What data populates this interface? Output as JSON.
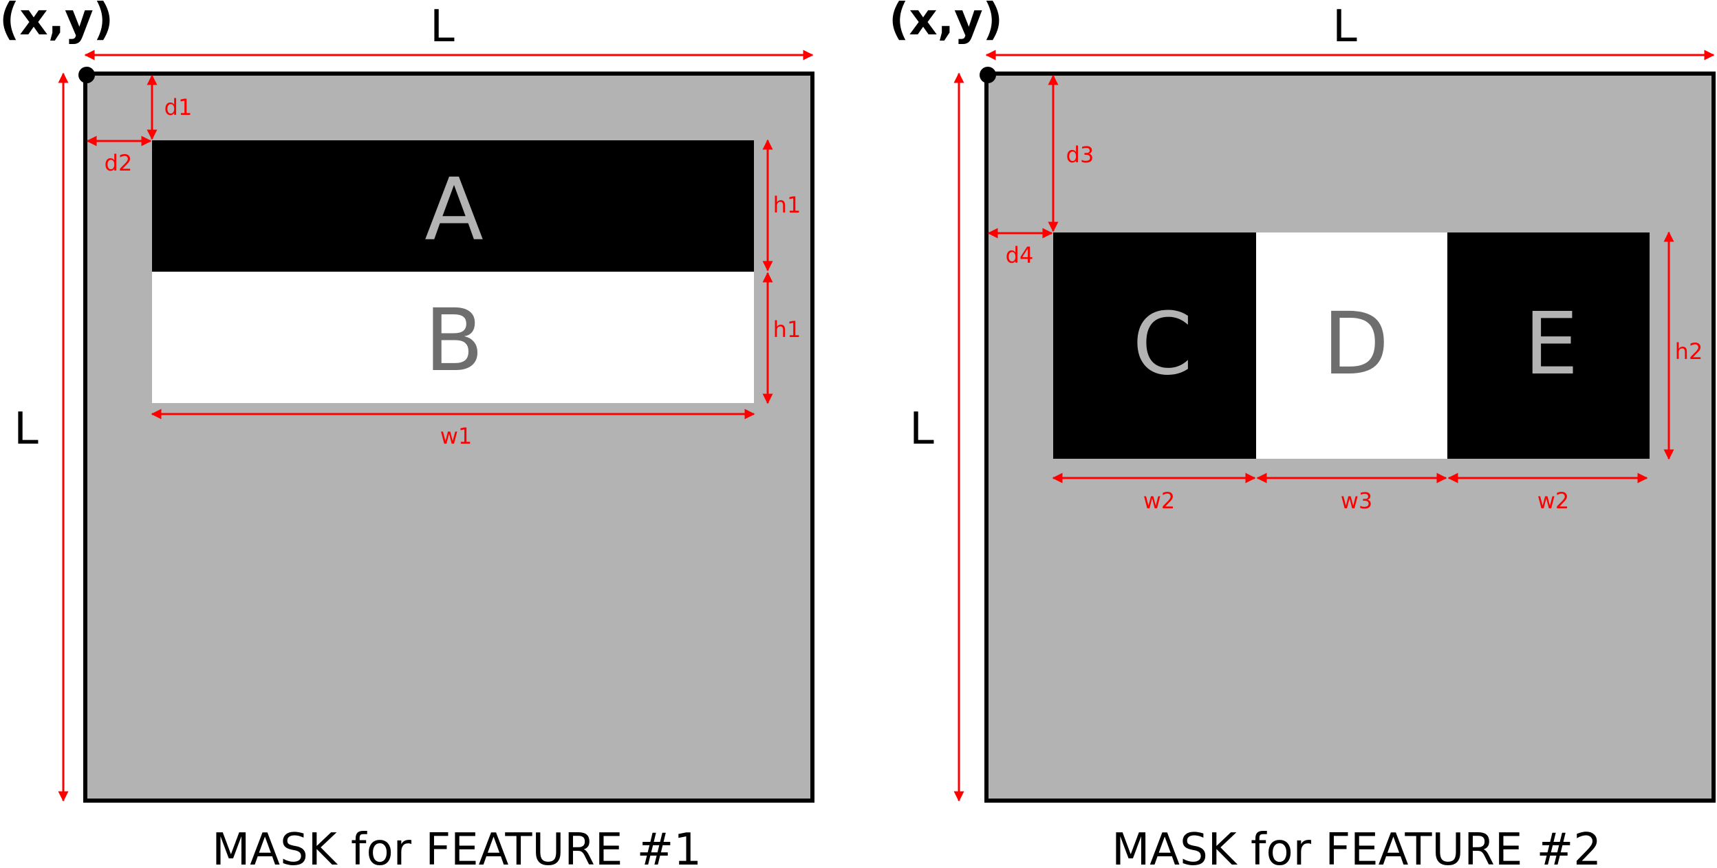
{
  "panel1": {
    "origin_label": "(x,y)",
    "side_top": "L",
    "side_left": "L",
    "region_a": "A",
    "region_b": "B",
    "dims": {
      "d1": "d1",
      "d2": "d2",
      "h1_a": "h1",
      "h1_b": "h1",
      "w1": "w1"
    },
    "caption": "MASK for FEATURE #1"
  },
  "panel2": {
    "origin_label": "(x,y)",
    "side_top": "L",
    "side_left": "L",
    "region_c": "C",
    "region_d": "D",
    "region_e": "E",
    "dims": {
      "d3": "d3",
      "d4": "d4",
      "h2": "h2",
      "w2_left": "w2",
      "w3": "w3",
      "w2_right": "w2"
    },
    "caption": "MASK for FEATURE #2"
  },
  "colors": {
    "mask_background": "#b3b3b3",
    "dark_region": "#000000",
    "light_region": "#ffffff",
    "dimension_lines": "#ff0000",
    "letter_on_dark": "#b3b3b3",
    "letter_on_light": "#6e6e6e"
  }
}
